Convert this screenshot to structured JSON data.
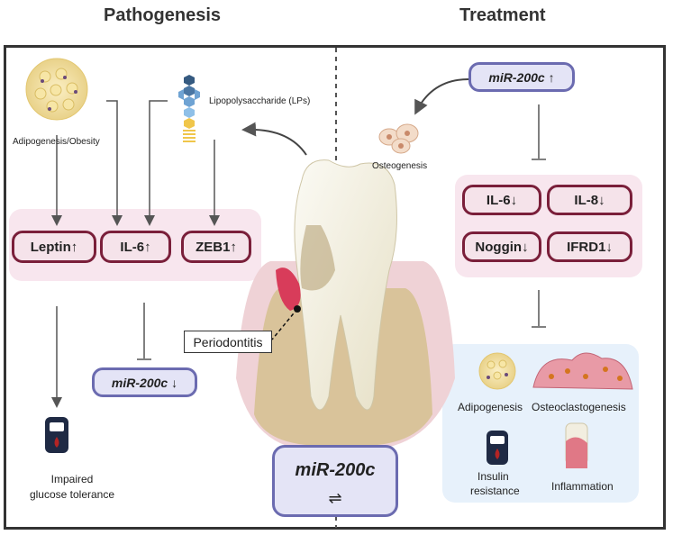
{
  "headers": {
    "left": "Pathogenesis",
    "right": "Treatment"
  },
  "pathogenesis": {
    "adipogenesis_label": "Adipogenesis/Obesity",
    "lps_label": "Lipopolysaccharide (LPs)",
    "boxes": [
      "Leptin↑",
      "IL-6↑",
      "ZEB1↑"
    ],
    "mir_label": "miR-200c ↓",
    "periodontitis_label": "Periodontitis",
    "glucose_label_line1": "Impaired",
    "glucose_label_line2": "glucose tolerance"
  },
  "treatment": {
    "mir_label": "miR-200c ↑",
    "osteogenesis_label": "Osteogenesis",
    "boxes": [
      "IL-6↓",
      "IL-8↓",
      "Noggin↓",
      "IFRD1↓"
    ],
    "outcomes": {
      "adipogenesis": "Adipogenesis",
      "osteoclastogenesis": "Osteoclastogenesis",
      "insulin_line1": "Insulin",
      "insulin_line2": "resistance",
      "inflammation": "Inflammation"
    }
  },
  "center": {
    "mir_label": "miR-200c",
    "symbol": "⇌"
  },
  "colors": {
    "red_border": "#7a1f3a",
    "blue_border": "#6b6bb0",
    "pink_panel": "#f8e6ee",
    "blue_panel": "#e7f1fb"
  }
}
